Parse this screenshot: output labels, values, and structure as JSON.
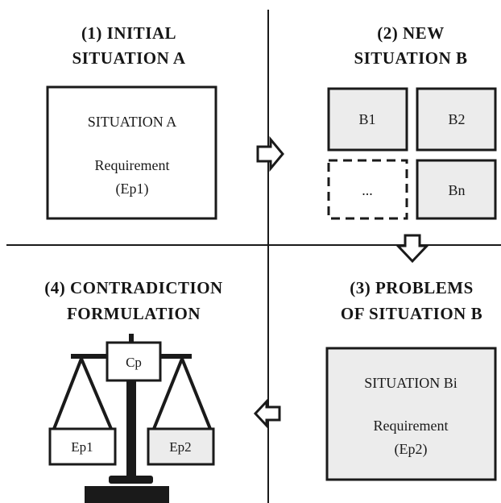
{
  "quadrants": {
    "q1": {
      "title_line1": "(1) INITIAL",
      "title_line2": "SITUATION  A"
    },
    "q2": {
      "title_line1": "(2) NEW",
      "title_line2": "SITUATION  B"
    },
    "q3": {
      "title_line1": "(3) PROBLEMS",
      "title_line2": "OF SITUATION  B"
    },
    "q4": {
      "title_line1": "(4) CONTRADICTION",
      "title_line2": "FORMULATION"
    }
  },
  "situation_a": {
    "label": "SITUATION A",
    "requirement": "Requirement",
    "parameter": "(Ep1)"
  },
  "situation_b_options": [
    "B1",
    "B2",
    "...",
    "Bn"
  ],
  "situation_bi": {
    "label": "SITUATION Bi",
    "requirement": "Requirement",
    "parameter": "(Ep2)"
  },
  "balance": {
    "center_label": "Cp",
    "left_pan_label": "Ep1",
    "right_pan_label": "Ep2"
  },
  "colors": {
    "line": "#1a1a1a",
    "box_fill": "#ececec",
    "white": "#ffffff"
  }
}
